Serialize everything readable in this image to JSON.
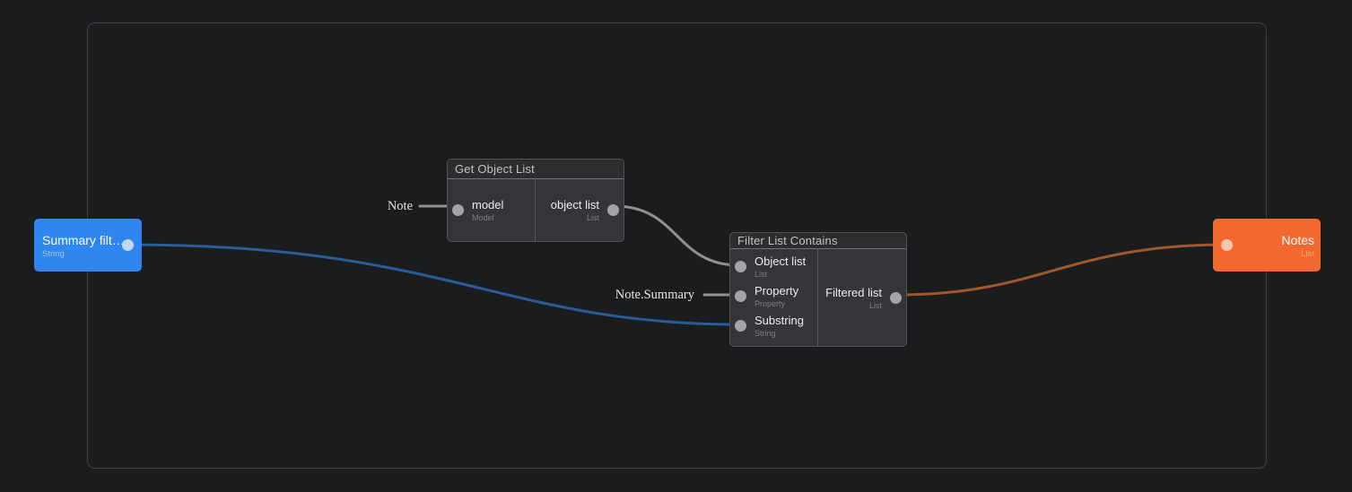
{
  "colors": {
    "background": "#1a1c1e",
    "canvas_border": "#3e4245",
    "node_header_bg": "#2b2d2f",
    "node_body_bg": "#333538",
    "node_border": "#515456",
    "gray_port": "#a2a4a6",
    "summary_node_bg": "#2e86ee",
    "summary_port": "#c3d7f4",
    "notes_node_bg": "#f2692f",
    "notes_port": "#f6c8b1",
    "wire_gray": "#8f9193",
    "wire_blue": "#2a5c99",
    "wire_orange": "#a2572b"
  },
  "nodes": {
    "summary_filter": {
      "label": "Summary filt…",
      "subtitle": "String"
    },
    "get_object_list": {
      "title": "Get Object List",
      "inputs": [
        {
          "label": "model",
          "type": "Model"
        }
      ],
      "outputs": [
        {
          "label": "object list",
          "type": "List"
        }
      ]
    },
    "filter_list_contains": {
      "title": "Filter List Contains",
      "inputs": [
        {
          "label": "Object list",
          "type": "List"
        },
        {
          "label": "Property",
          "type": "Property"
        },
        {
          "label": "Substring",
          "type": "String"
        }
      ],
      "outputs": [
        {
          "label": "Filtered list",
          "type": "List"
        }
      ]
    },
    "notes": {
      "label": "Notes",
      "subtitle": "List"
    }
  },
  "annotations": {
    "note": "Note",
    "note_summary": "Note.Summary"
  }
}
